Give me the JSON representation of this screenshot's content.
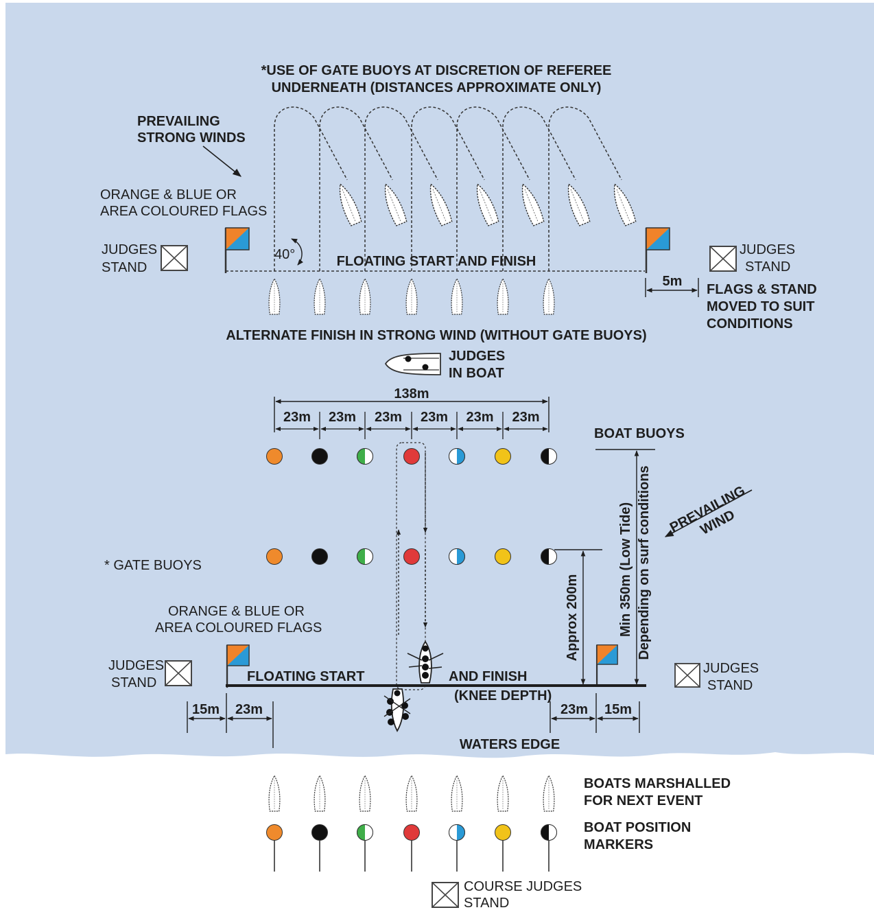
{
  "colors": {
    "sea": "#c9d8ec",
    "sand": "#ffffff",
    "line": "#1e1e1e",
    "flag_orange": "#f0832a",
    "flag_blue": "#2a9ad6",
    "orange": "#ef8a2c",
    "black": "#111111",
    "green": "#3fae49",
    "red": "#e03a3a",
    "blue": "#2a9ad6",
    "yellow": "#f1c319"
  },
  "buoy_types": [
    "orange",
    "black",
    "green-half",
    "red",
    "blue-half",
    "yellow",
    "black-half"
  ],
  "labels": {
    "gate_note_1": "*USE OF GATE BUOYS AT DISCRETION OF REFEREE",
    "gate_note_2": "UNDERNEATH (DISTANCES APPROXIMATE ONLY)",
    "prevailing_strong_1": "PREVAILING",
    "prevailing_strong_2": "STRONG WINDS",
    "flags_top_1": "ORANGE & BLUE OR",
    "flags_top_2": "AREA COLOURED FLAGS",
    "judges_left_1": "JUDGES",
    "judges_left_2": "STAND",
    "angle": "40°",
    "floating_top": "FLOATING START AND FINISH",
    "judges_right_1": "JUDGES",
    "judges_right_2": "STAND",
    "five_m": "5m",
    "flags_moved_1": "FLAGS & STAND",
    "flags_moved_2": "MOVED TO SUIT",
    "flags_moved_3": "CONDITIONS",
    "alternate_finish": "ALTERNATE FINISH IN STRONG WIND (WITHOUT GATE BUOYS)",
    "judges_boat_1": "JUDGES",
    "judges_boat_2": "IN BOAT",
    "total_distance": "138m",
    "spacing": "23m",
    "boat_buoys": "BOAT BUOYS",
    "prevailing_wind_1": "PREVAILING",
    "prevailing_wind_2": "WIND",
    "gate_buoys": "* GATE BUOYS",
    "min_350": "Min 350m (Low Tide)",
    "depending": "Depending on surf conditions",
    "approx_200": "Approx 200m",
    "flags_bottom_1": "ORANGE & BLUE OR",
    "flags_bottom_2": "AREA COLOURED FLAGS",
    "judges_bl_1": "JUDGES",
    "judges_bl_2": "STAND",
    "floating_start": "FLOATING START",
    "and_finish": "AND FINISH",
    "knee_depth": "(KNEE DEPTH)",
    "judges_br_1": "JUDGES",
    "judges_br_2": "STAND",
    "fifteen_m": "15m",
    "waters_edge": "WATERS EDGE",
    "marshalled_1": "BOATS MARSHALLED",
    "marshalled_2": "FOR NEXT EVENT",
    "markers_1": "BOAT POSITION",
    "markers_2": "MARKERS",
    "course_judges_1": "COURSE JUDGES",
    "course_judges_2": "STAND"
  }
}
